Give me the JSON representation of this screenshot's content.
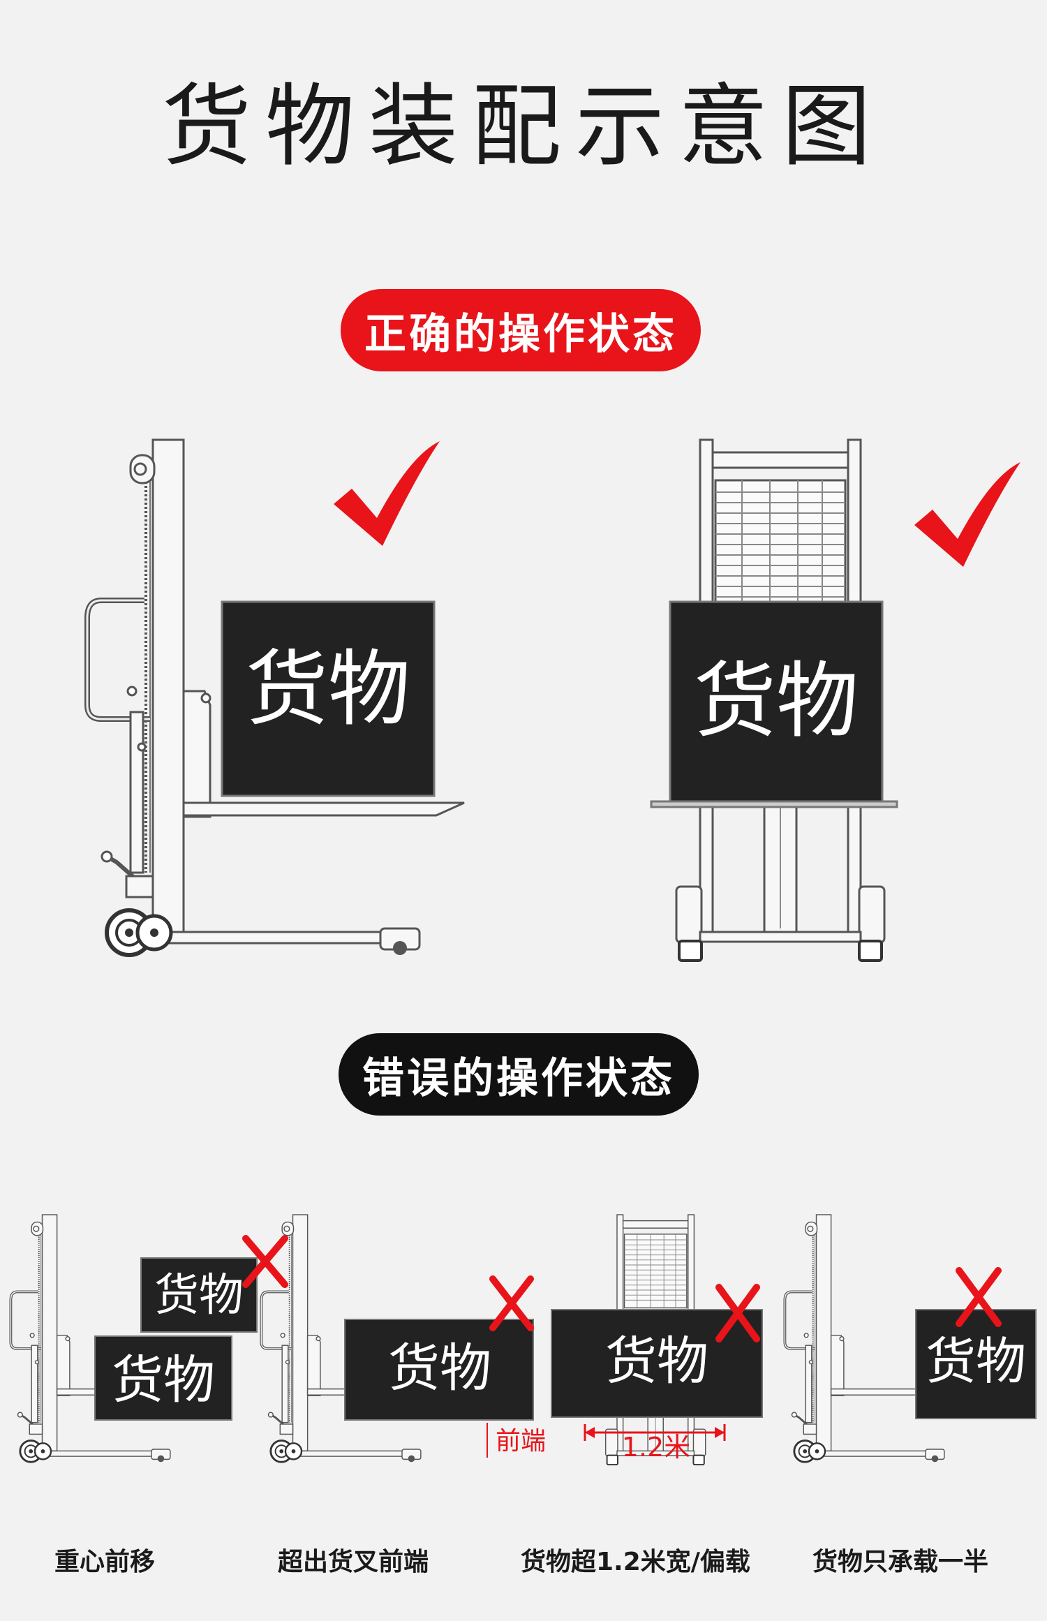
{
  "title": "货物装配示意图",
  "correct_label": "正确的操作状态",
  "wrong_label": "错误的操作状态",
  "cargo_text": "货物",
  "front_end_label": "前端",
  "width_label": "1.2米",
  "captions": [
    "重心前移",
    "超出货叉前端",
    "货物超1.2米宽/偏载",
    "货物只承载一半"
  ],
  "colors": {
    "accent_red": "#e8141a",
    "cargo_fill": "#222222",
    "background": "#f2f2f2"
  },
  "icons": {
    "correct": "check-mark-icon",
    "wrong": "x-mark-icon"
  }
}
